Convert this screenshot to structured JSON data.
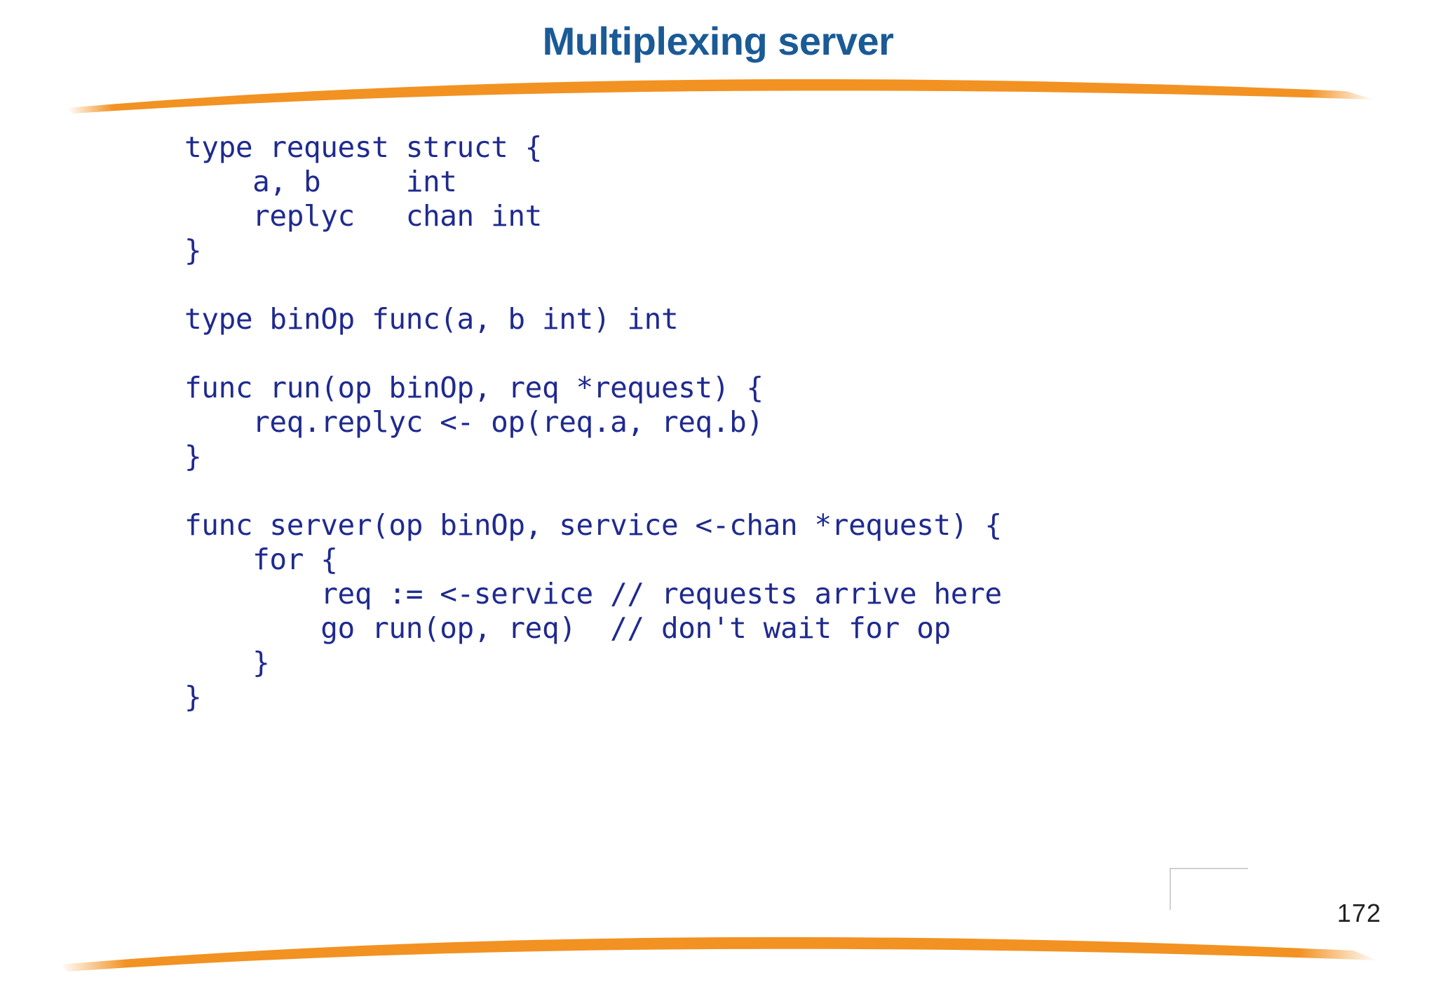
{
  "slide": {
    "title": "Multiplexing server",
    "page_number": "172",
    "colors": {
      "title": "#1a5a96",
      "code_text": "#1f2a8f",
      "accent_swoosh": "#F29222",
      "page_number": "#231f20",
      "background": "#ffffff",
      "ghost_frame": "#cfcfd4"
    },
    "code": {
      "language": "go",
      "lines": [
        "type request struct {",
        "    a, b     int",
        "    replyc   chan int",
        "}",
        "",
        "type binOp func(a, b int) int",
        "",
        "func run(op binOp, req *request) {",
        "    req.replyc <- op(req.a, req.b)",
        "}",
        "",
        "func server(op binOp, service <-chan *request) {",
        "    for {",
        "        req := <-service // requests arrive here",
        "        go run(op, req)  // don't wait for op",
        "    }",
        "}"
      ]
    },
    "decorations": {
      "swoosh_top_name": "orange-curve-top",
      "swoosh_bottom_name": "orange-curve-bottom"
    }
  }
}
